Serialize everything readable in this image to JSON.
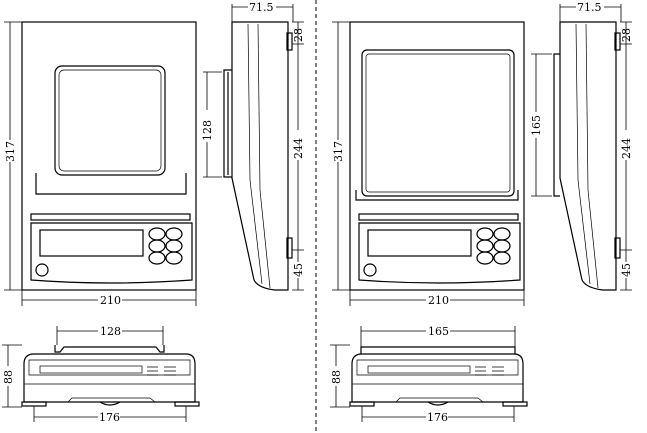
{
  "title": "Balance outline dimensions (mm)",
  "left_model": {
    "front": {
      "depth": "317",
      "width": "210"
    },
    "side": {
      "height": "71.5",
      "pan_depth": "128",
      "rear_offset": "28",
      "span": "244",
      "front_offset": "45"
    },
    "elevation": {
      "pan_width": "128",
      "height": "88",
      "feet_span": "176"
    }
  },
  "right_model": {
    "front": {
      "depth": "317",
      "width": "210"
    },
    "side": {
      "height": "71.5",
      "pan_depth": "165",
      "rear_offset": "28",
      "span": "244",
      "front_offset": "45"
    },
    "elevation": {
      "pan_width": "165",
      "height": "88",
      "feet_span": "176"
    }
  }
}
